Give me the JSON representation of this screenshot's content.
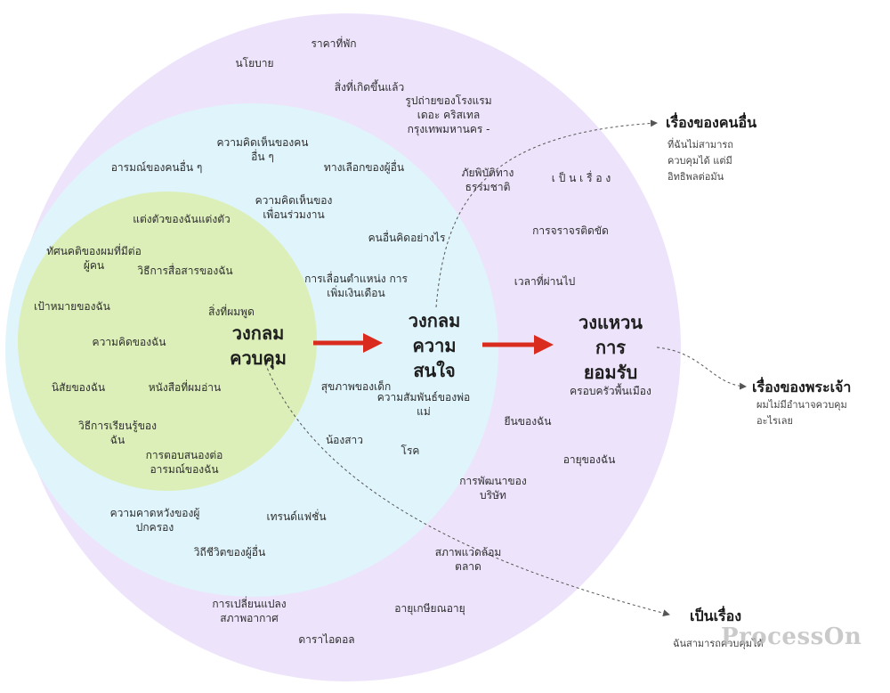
{
  "colors": {
    "outer_circle": "#ede4fb",
    "middle_circle": "#dff4fb",
    "inner_circle": "#dcefb8",
    "arrow": "#d92b1e",
    "connector": "#555555"
  },
  "circles": {
    "control": {
      "title": "วงกลม ควบคุม",
      "items": [
        "แต่งตัวของฉันแต่งตัว",
        "ทัศนคติของผมที่มีต่อผู้คน",
        "วิธีการสื่อสารของฉัน",
        "เป้าหมายของฉัน",
        "สิ่งที่ผมพูด",
        "ความคิดของฉัน",
        "นิสัยของฉัน",
        "หนังสือที่ผมอ่าน",
        "วิธีการเรียนรู้ของฉัน",
        "การตอบสนองต่ออารมณ์ของฉัน"
      ]
    },
    "concern": {
      "title": "วงกลม ความ สนใจ",
      "items": [
        "ความคิดเห็นของคนอื่น ๆ",
        "อารมณ์ของคนอื่น ๆ",
        "ทางเลือกของผู้อื่น",
        "ความคิดเห็นของเพื่อนร่วมงาน",
        "คนอื่นคิดอย่างไร",
        "การเลื่อนตำแหน่ง การเพิ่มเงินเดือน",
        "สุขภาพของเด็ก",
        "ความสัมพันธ์ของพ่อแม่",
        "น้องสาว",
        "โรค",
        "การพัฒนาของบริษัท",
        "ความคาดหวังของผู้ปกครอง",
        "เทรนด์แฟชั่น",
        "วิถีชีวิตของผู้อื่น",
        "สภาพแวดล้อมตลาด"
      ]
    },
    "acceptance": {
      "title": "วงแหวน การ ยอมรับ",
      "items": [
        "ราคาที่พัก",
        "นโยบาย",
        "สิ่งที่เกิดขึ้นแล้ว",
        "รูปถ่ายของโรงแรมเดอะ คริสเทล กรุงเทพมหานคร -",
        "ภัยพิบัติทางธรรมชาติ",
        "เ ป็ น เ รื่ อ ง",
        "การจราจรติดขัด",
        "เวลาที่ผ่านไป",
        "ครอบครัวพื้นเมือง",
        "ยีนของฉัน",
        "อายุของฉัน",
        "การเปลี่ยนแปลงสภาพอากาศ",
        "อายุเกษียณอายุ",
        "ดาราไอดอล"
      ]
    }
  },
  "side_notes": {
    "others": {
      "title": "เรื่องของคนอื่น",
      "desc": [
        "ที่ฉันไม่สามารถ",
        "ควบคุมได้ แต่มี",
        "อิทธิพลต่อมัน"
      ]
    },
    "god": {
      "title": "เรื่องของพระเจ้า",
      "desc": [
        "ผมไม่มีอำนาจควบคุม",
        "อะไรเลย"
      ]
    },
    "mine": {
      "title": "เป็นเรื่อง",
      "desc": [
        "ฉันสามารถควบคุมได้"
      ]
    }
  },
  "watermark": "ProcessOn"
}
